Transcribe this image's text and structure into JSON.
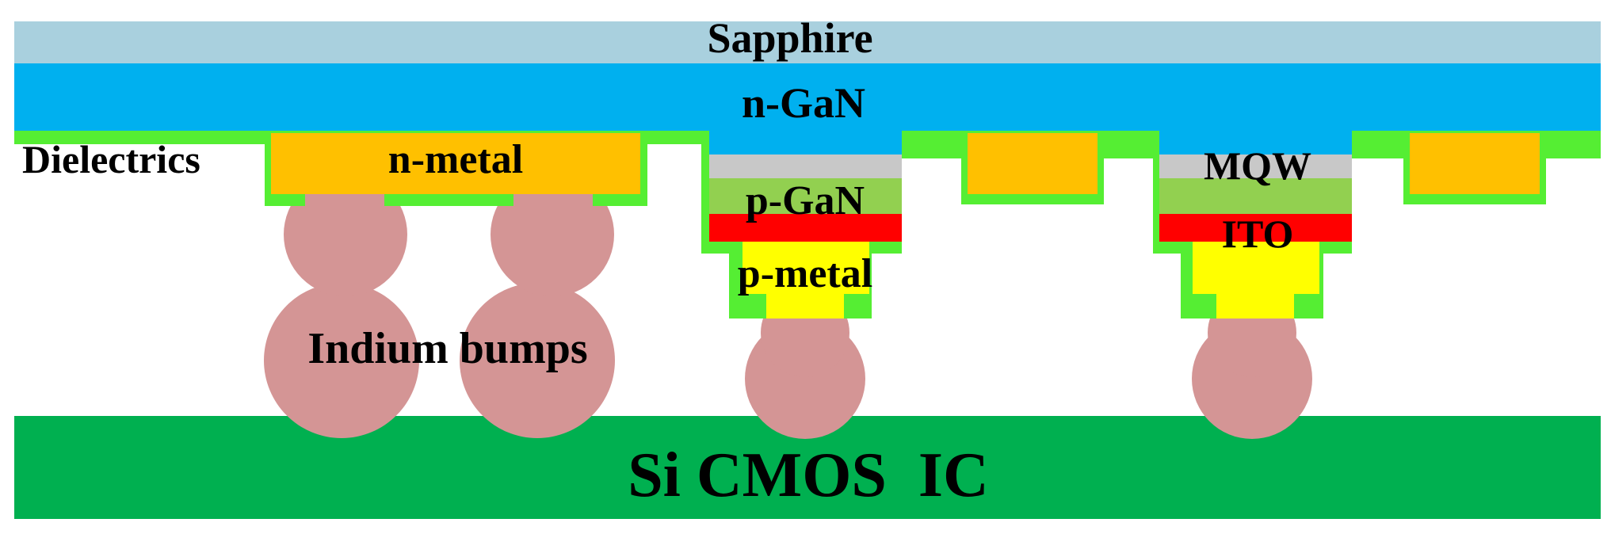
{
  "labels": {
    "sapphire": "Sapphire",
    "n_gan": "n-GaN",
    "dielectrics": "Dielectrics",
    "n_metal": "n-metal",
    "p_gan": "p-GaN",
    "p_metal": "p-metal",
    "mqw": "MQW",
    "ito": "ITO",
    "indium_bumps": "Indium bumps",
    "si_cmos_ic": "Si CMOS  IC"
  },
  "colors": {
    "sapphire": "#a9d0de",
    "n_gan": "#00b0ef",
    "dielectric": "#55ee33",
    "metal": "#ffc000",
    "mqw": "#c8c8c8",
    "p_gan": "#92d050",
    "ito": "#ff0000",
    "p_metal": "#ffff00",
    "indium": "#d49595",
    "cmos": "#00b050"
  }
}
